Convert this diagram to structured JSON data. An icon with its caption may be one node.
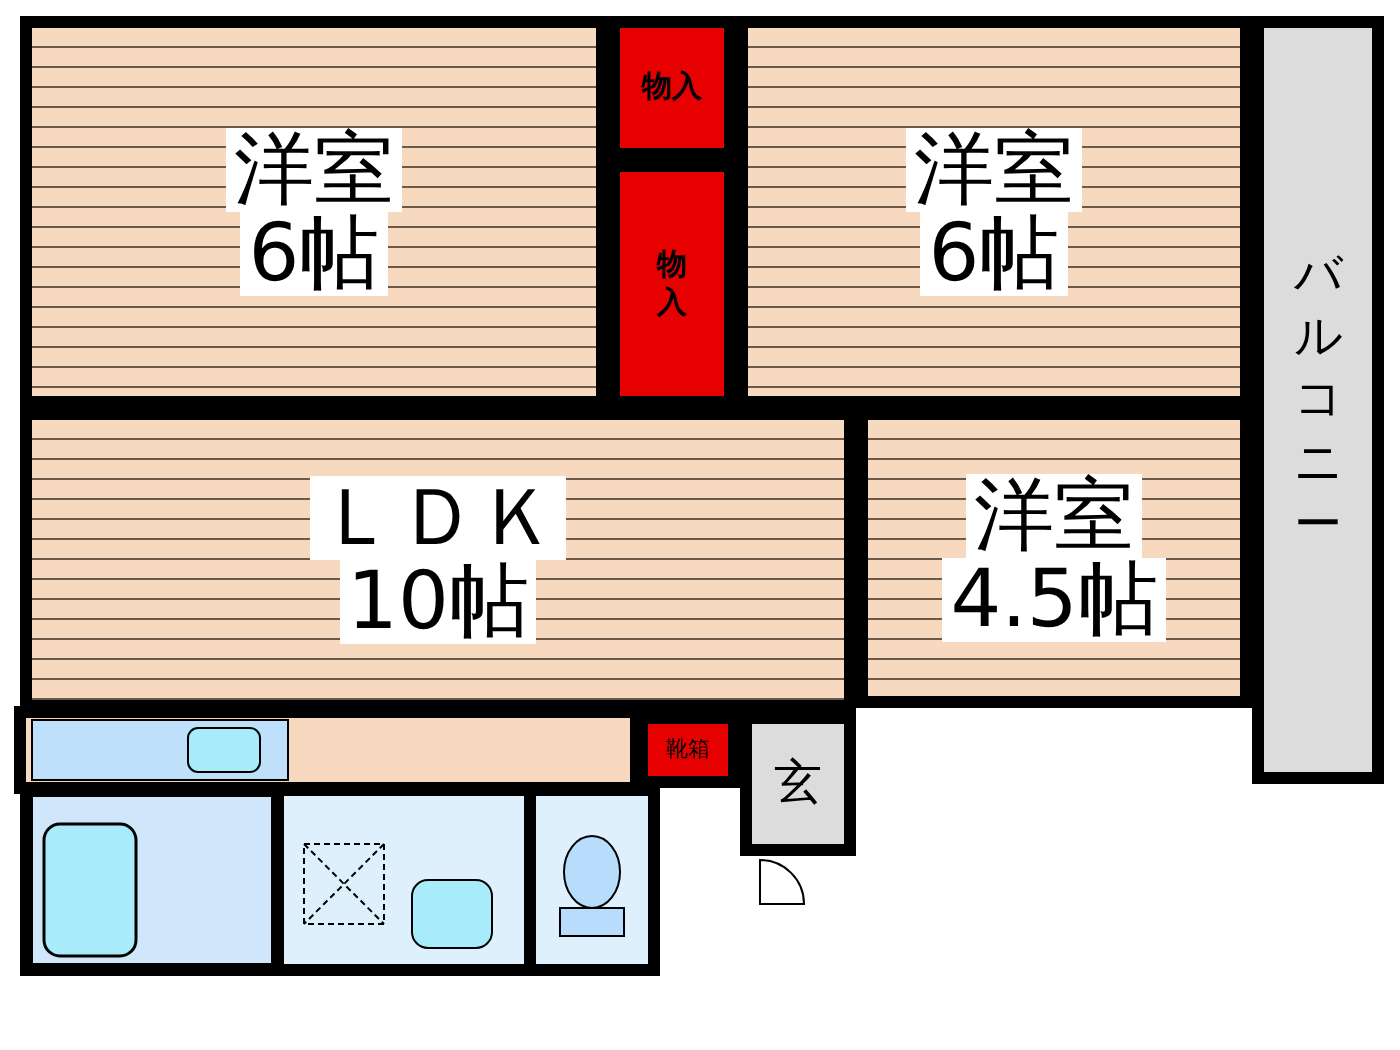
{
  "diagram": {
    "nodes": [
      {
        "text": [
          "洋室",
          "6帖"
        ]
      },
      {
        "text": [
          "物入"
        ]
      },
      {
        "text": [
          "物入"
        ]
      },
      {
        "text": [
          "洋室",
          "6帖"
        ]
      },
      {
        "text": [
          "バルコニー"
        ]
      },
      {
        "text": [
          "ＬＤＫ",
          "10帖"
        ]
      },
      {
        "text": [
          "洋室",
          "4.5帖"
        ]
      },
      {
        "text": [
          "靴箱"
        ]
      },
      {
        "text": [
          "玄"
        ]
      }
    ]
  }
}
